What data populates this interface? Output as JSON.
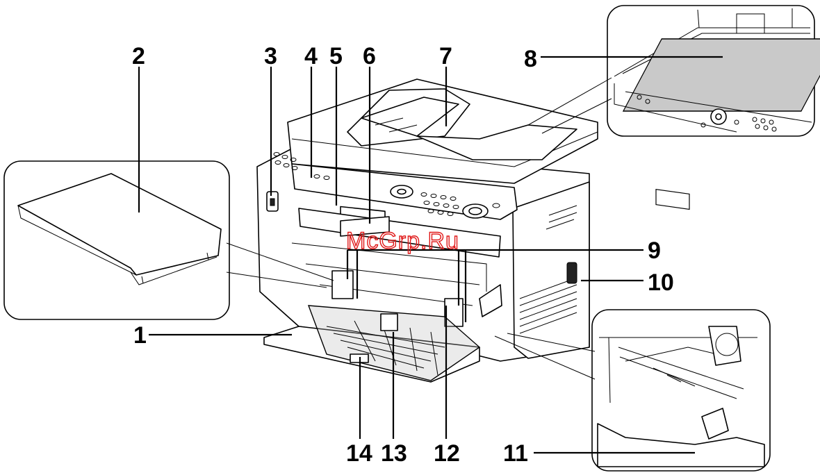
{
  "watermark": "McGrp.Ru",
  "callouts": [
    "1",
    "2",
    "3",
    "4",
    "5",
    "6",
    "7",
    "8",
    "9",
    "10",
    "11",
    "12",
    "13",
    "14"
  ]
}
